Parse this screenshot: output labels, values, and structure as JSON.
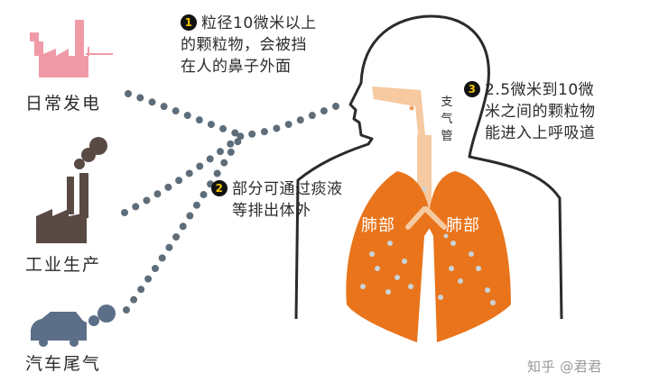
{
  "sources": [
    {
      "label": "日常发电",
      "icon": "power-plant-icon",
      "color": "#f19aa7"
    },
    {
      "label": "工业生产",
      "icon": "factory-icon",
      "color": "#5a4a44"
    },
    {
      "label": "汽车尾气",
      "icon": "car-exhaust-icon",
      "color": "#5c6f88"
    }
  ],
  "notes": [
    {
      "num": "1",
      "lines": [
        "粒径10微米以上",
        "的颗粒物，会被挡",
        "在人的鼻子外面"
      ]
    },
    {
      "num": "2",
      "lines": [
        "部分可通过痰液",
        "等排出体外"
      ]
    },
    {
      "num": "3",
      "lines": [
        "2.5微米到10微",
        "米之间的颗粒物",
        "能进入上呼吸道"
      ]
    }
  ],
  "trachea_label": [
    "支",
    "气",
    "管"
  ],
  "lung_labels": [
    "肺部",
    "肺部"
  ],
  "watermark": "知乎 @君君",
  "colors": {
    "lung": "#e9741b",
    "trachea": "#f6c9a0",
    "dots": "#5e6d7a",
    "outline": "#2b2b2b"
  }
}
